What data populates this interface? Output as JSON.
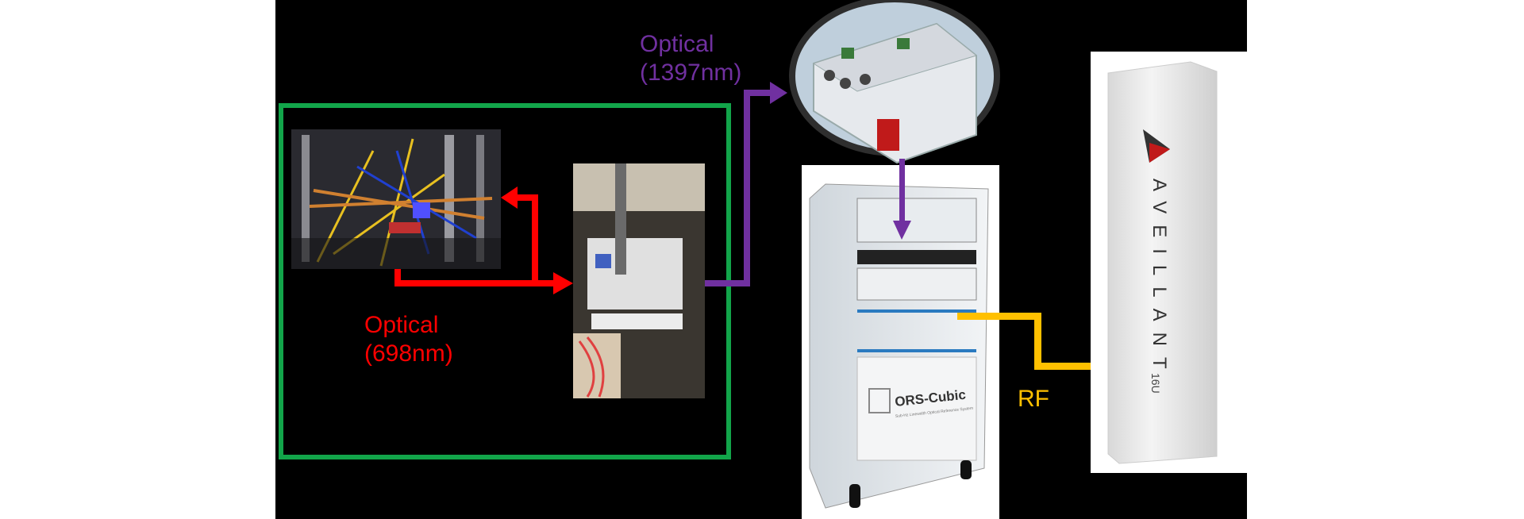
{
  "labels": {
    "optical_red_line1": "Optical",
    "optical_red_line2": "(698nm)",
    "optical_purple_line1": "Optical",
    "optical_purple_line2": "(1397nm)",
    "rf": "RF"
  },
  "devices": {
    "rack_brand": "ORS-Cubic",
    "rack_subtitle": "Sub-Hz Linewidth Optical Reference System",
    "radar_brand": "AVEILLANT",
    "radar_model": "16U"
  },
  "colors": {
    "background": "#000000",
    "green_box": "#12a54a",
    "red": "#ff0000",
    "purple": "#7030a0",
    "yellow": "#ffc000"
  }
}
